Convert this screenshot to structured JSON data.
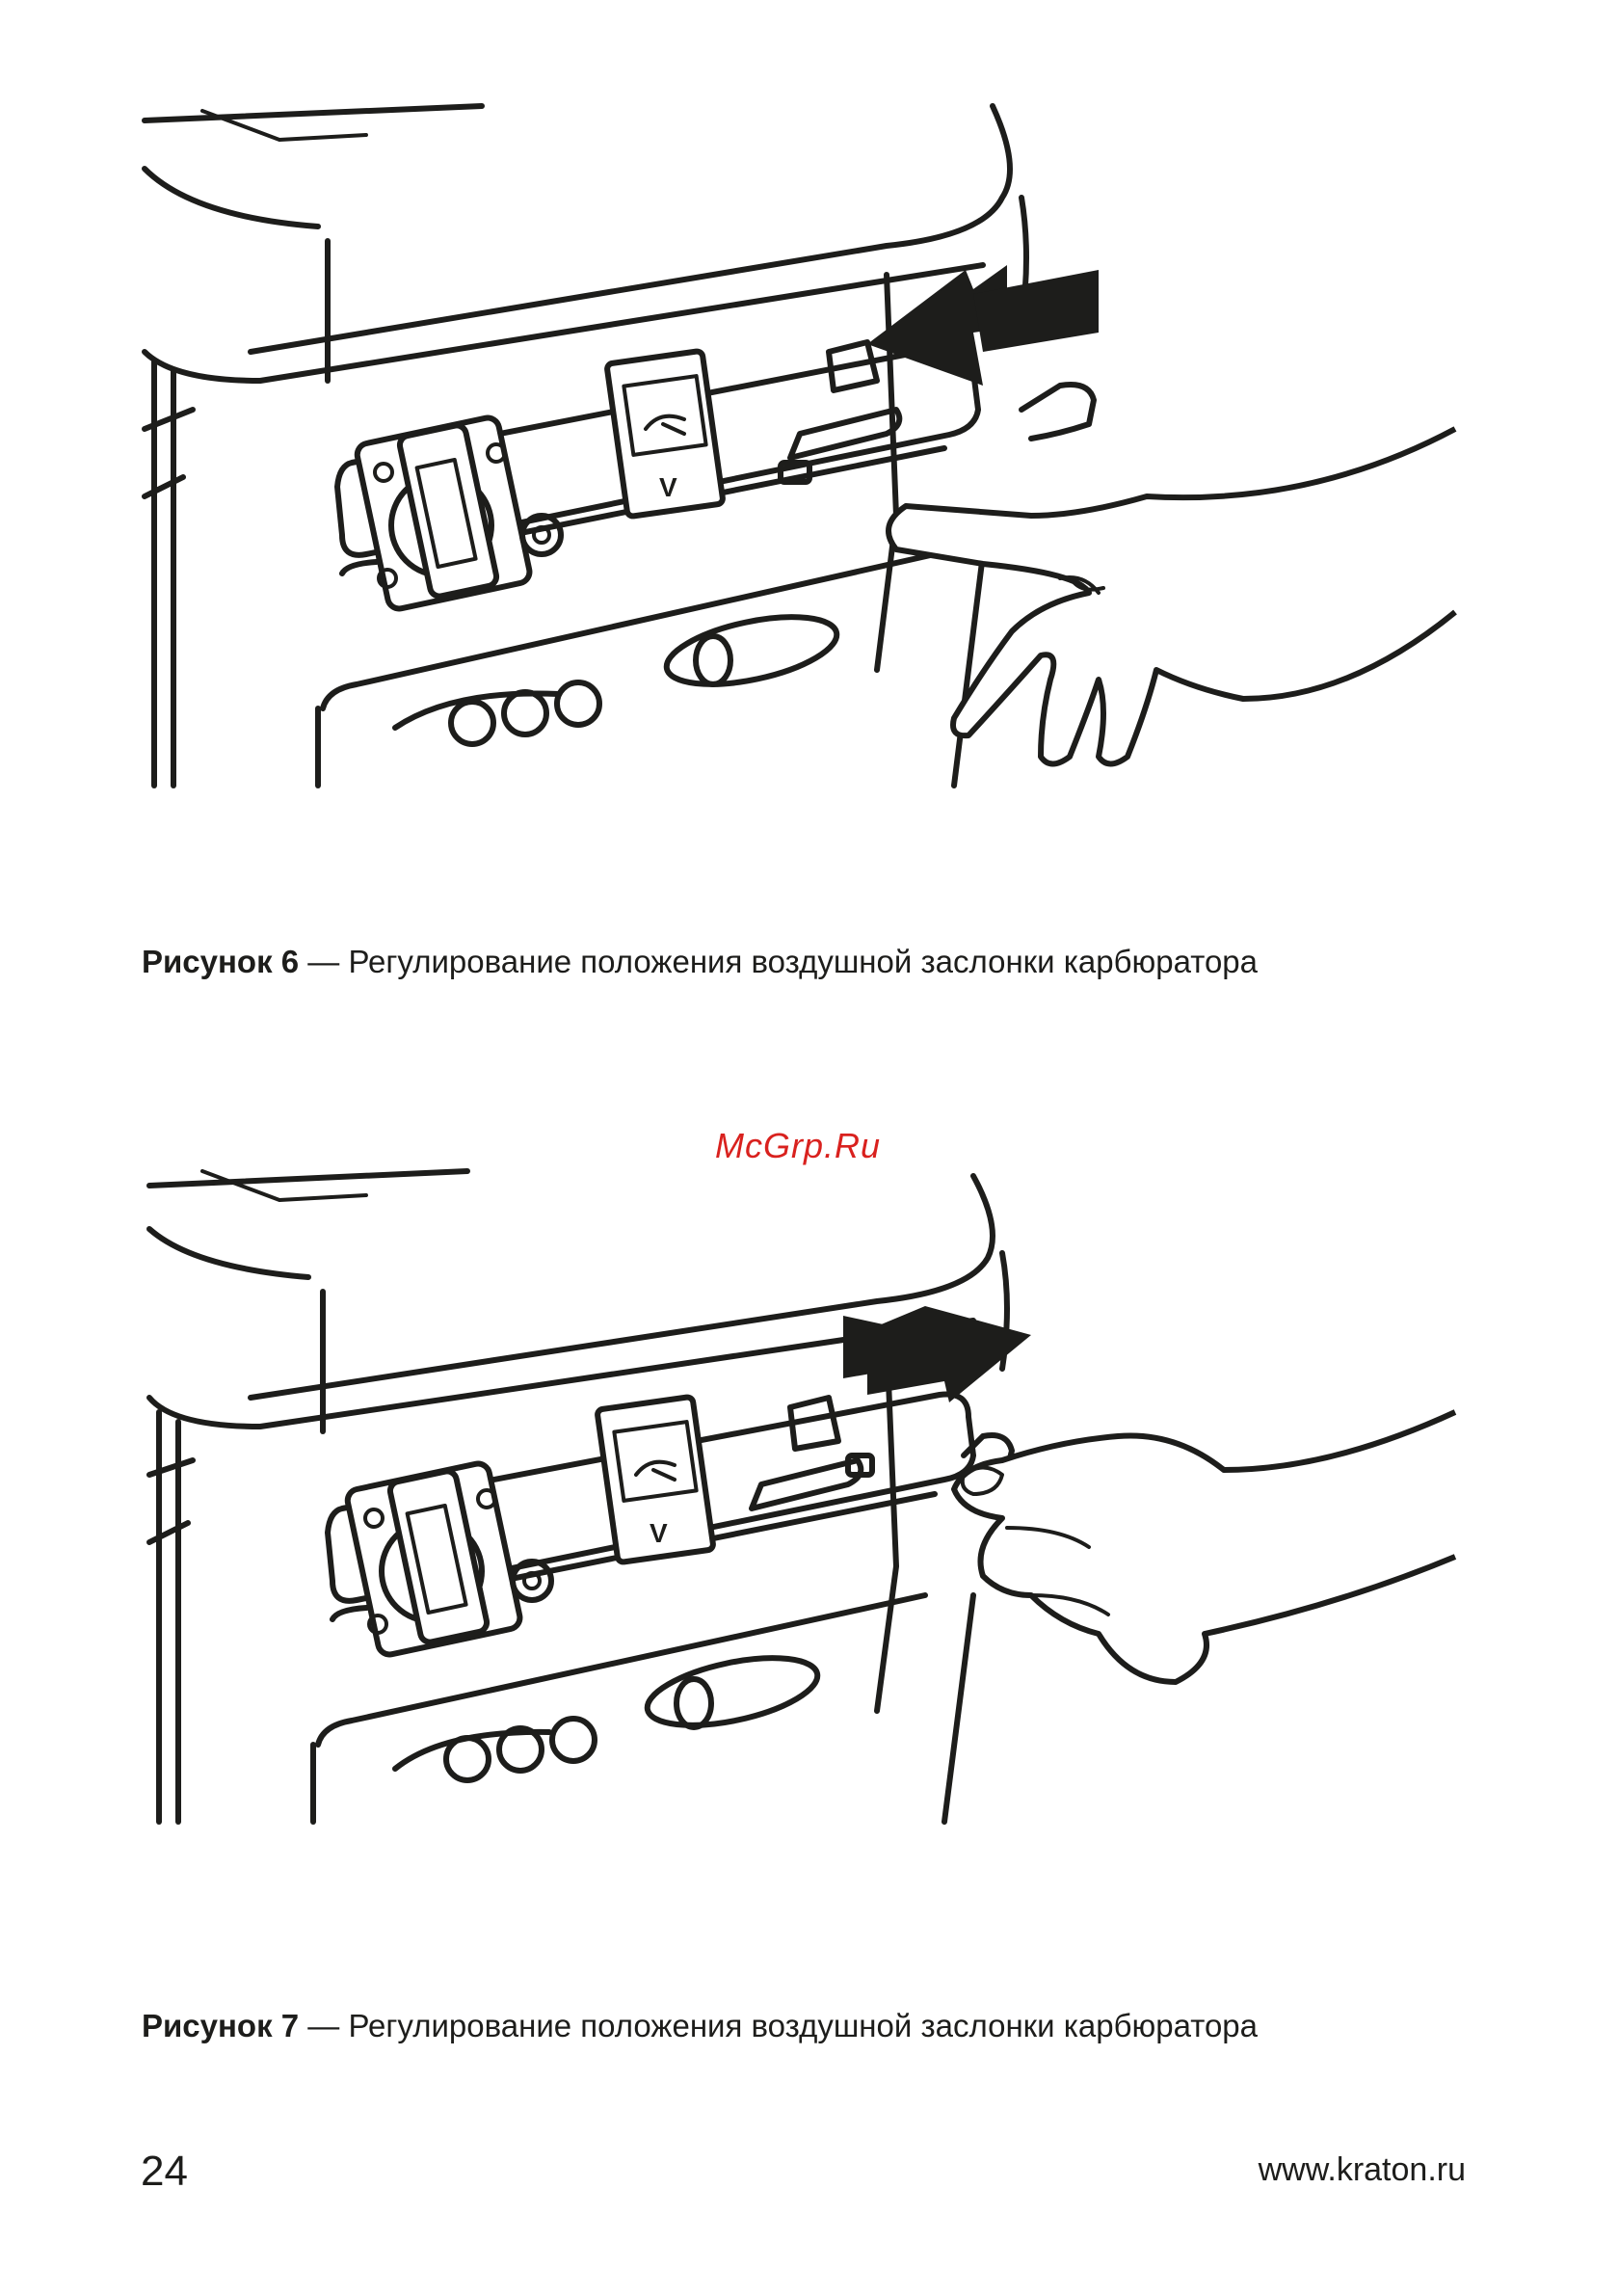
{
  "figures": [
    {
      "id": "fig6",
      "label": "Рисунок 6",
      "caption": " — Регулирование положения воздушной заслонки карбюратора",
      "arrow_direction": "left"
    },
    {
      "id": "fig7",
      "label": "Рисунок 7",
      "caption": " — Регулирование положения воздушной заслонки карбюратора",
      "arrow_direction": "right"
    }
  ],
  "watermark": "McGrp.Ru",
  "meter_unit": "V",
  "footer": {
    "page_number": "24",
    "url": "www.kraton.ru"
  }
}
